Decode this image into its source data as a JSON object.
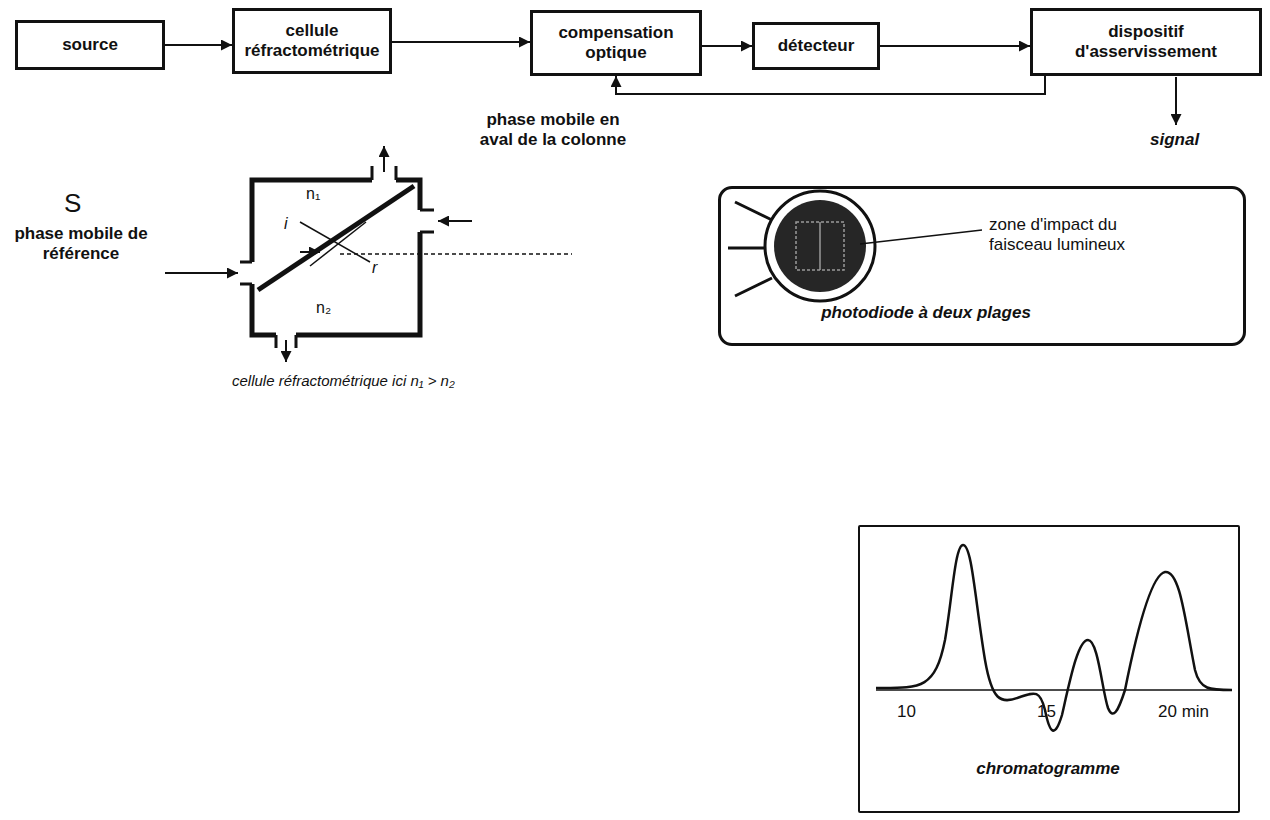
{
  "diagram": {
    "nodes": [
      {
        "text": [
          "source"
        ]
      },
      {
        "text": [
          "cellule réfractométrique"
        ]
      },
      {
        "text": [
          "compensation optique"
        ]
      },
      {
        "text": [
          "détecteur"
        ]
      },
      {
        "text": [
          "dispositif d'asservissement"
        ]
      },
      {
        "text": [
          "zone d'impact du faisceau lumineux",
          "photodiode à deux plages"
        ]
      },
      {
        "text": [
          "chromatogramme"
        ]
      }
    ],
    "edges": [
      {
        "from": 0,
        "to": 1,
        "arrow": "to"
      },
      {
        "from": 1,
        "to": 2,
        "arrow": "to"
      },
      {
        "from": 2,
        "to": 3,
        "arrow": "to"
      },
      {
        "from": 3,
        "to": 4,
        "arrow": "to"
      },
      {
        "from": 4,
        "to": 2,
        "arrow": "to"
      }
    ],
    "labels": [
      "signal",
      "S",
      "phase mobile de référence",
      "n₁",
      "n₂",
      "i",
      "r",
      "phase mobile en aval de la colonne",
      "cellule réfractométrique ici n₁ > n₂",
      "10",
      "15",
      "20 min"
    ]
  }
}
